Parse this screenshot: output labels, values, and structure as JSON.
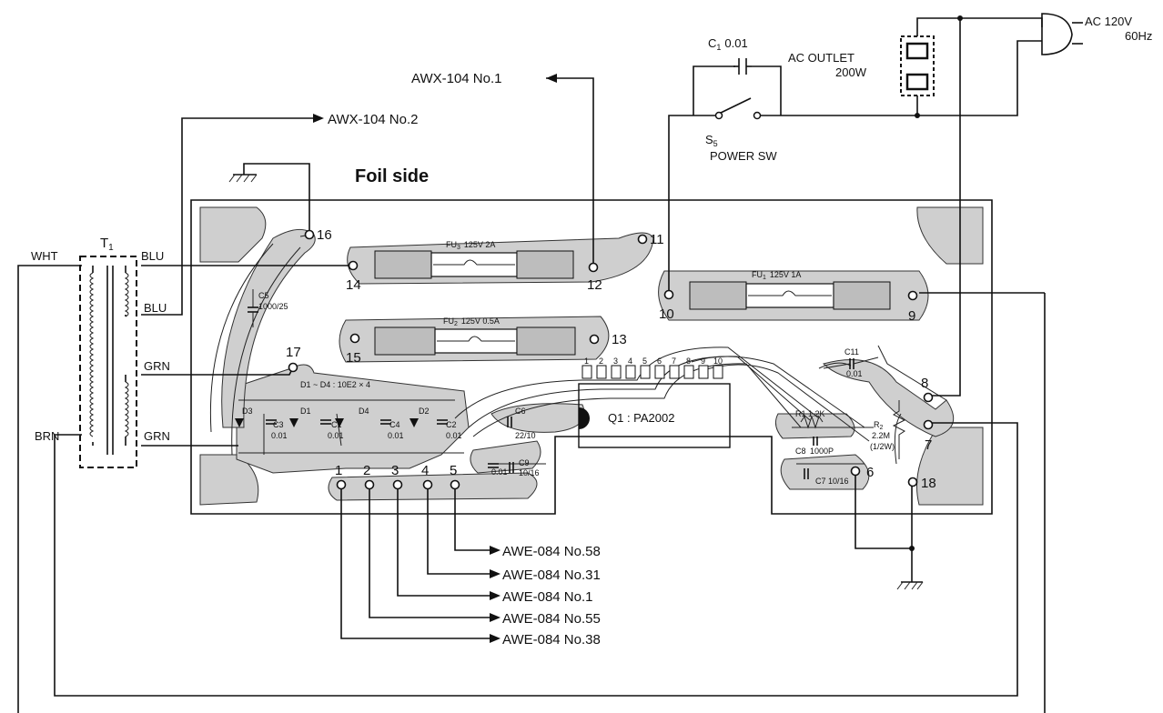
{
  "title": "Foil side",
  "transformer": {
    "name": "T",
    "sub": "1",
    "wires": {
      "wht": "WHT",
      "blu1": "BLU",
      "blu2": "BLU",
      "grn1": "GRN",
      "grn2": "GRN",
      "brn": "BRN"
    }
  },
  "connections": {
    "awx_no1": "AWX-104  No.1",
    "awx_no2": "AWX-104  No.2",
    "awe": [
      "AWE-084 No.58",
      "AWE-084 No.31",
      "AWE-084 No.1",
      "AWE-084 No.55",
      "AWE-084 No.38"
    ]
  },
  "ac": {
    "c1_name": "C",
    "c1_sub": "1",
    "c1_value": "0.01",
    "outlet_line1": "AC OUTLET",
    "outlet_line2": "200W",
    "plug_line1": "AC 120V",
    "plug_line2": "60Hz",
    "switch_name": "S",
    "switch_sub": "5",
    "switch_label": "POWER SW"
  },
  "fuses": {
    "fu3": "FU",
    "fu3_sub": "3",
    "fu3_rating": "125V  2A",
    "fu2": "FU",
    "fu2_sub": "2",
    "fu2_rating": "125V  0.5A",
    "fu1": "FU",
    "fu1_sub": "1",
    "fu1_rating": "125V   1A"
  },
  "terminals": {
    "t16": "16",
    "t11": "11",
    "t14": "14",
    "t12": "12",
    "t10": "10",
    "t9": "9",
    "t15": "15",
    "t13": "13",
    "t17": "17",
    "t8": "8",
    "t7": "7",
    "t6": "6",
    "t18": "18",
    "t1": "1",
    "t2": "2",
    "t3": "3",
    "t4": "4",
    "t5": "5"
  },
  "components": {
    "c5": "C5",
    "c5_value": "1000/25",
    "d_array": "D1 ~ D4 : 10E2 × 4",
    "d3": "D3",
    "c3": "C3",
    "d1": "D1",
    "c1": "C1",
    "d4": "D4",
    "c4": "C4",
    "d2": "D2",
    "c2": "C2",
    "v001_a": "0.01",
    "v001_b": "0.01",
    "v001_c": "0.01",
    "v001_d": "0.01",
    "c6": "C6",
    "c6_value": "22/10",
    "c9": "C9",
    "c9_value": "10/16",
    "c9_small": "0.01",
    "q1": "Q1 : PA2002",
    "pins": [
      "1",
      "2",
      "3",
      "4",
      "5",
      "6",
      "7",
      "8",
      "9",
      "10"
    ],
    "c11": "C11",
    "c11_value": "0.01",
    "r1": "R1 1.2K",
    "c8": "C8",
    "c8_value": "1000P",
    "c7": "C7",
    "c7_value": "10/16",
    "r2": "R",
    "r2_sub": "2",
    "r2_value": "2.2M",
    "r2_watt": "(1/2W)"
  }
}
